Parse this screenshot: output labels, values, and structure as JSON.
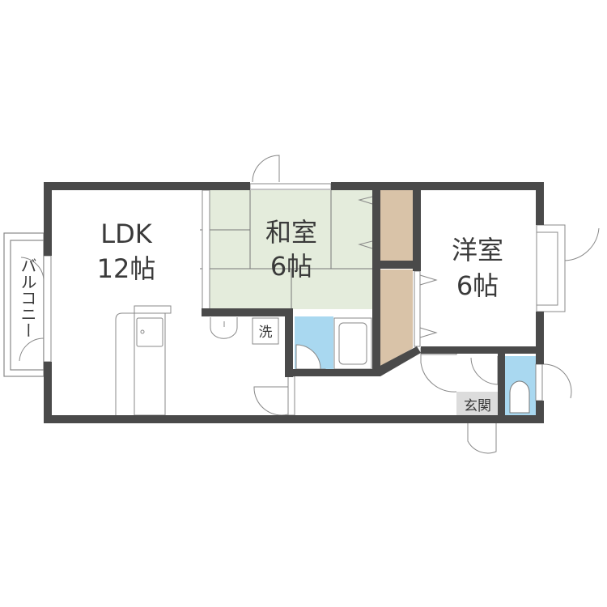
{
  "rooms": {
    "ldk": {
      "name": "LDK",
      "size": "12帖"
    },
    "washitsu": {
      "name": "和室",
      "size": "6帖"
    },
    "youshitsu": {
      "name": "洋室",
      "size": "6帖"
    }
  },
  "labels": {
    "balcony": "バルコニー",
    "washer": "洗",
    "entrance": "玄関"
  },
  "colors": {
    "wall": "#4a4a4a",
    "tatami": "#e4ecdc",
    "closet": "#d9c3a8",
    "wet_area": "#a9d8f0",
    "entrance": "#dcdcdc"
  }
}
